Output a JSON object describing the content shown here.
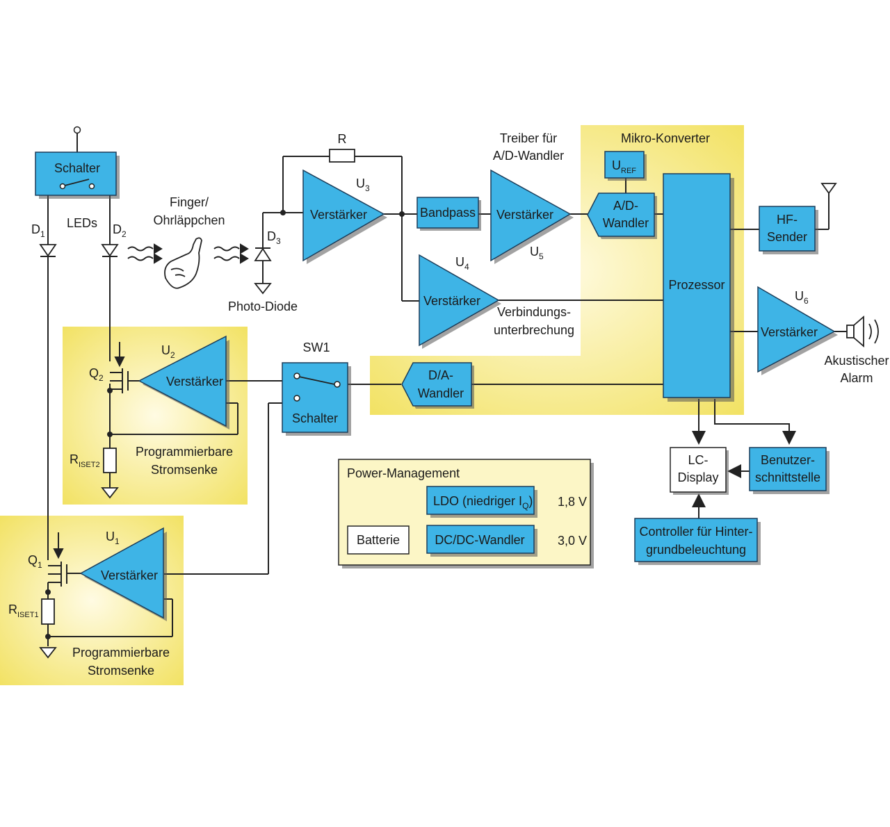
{
  "labels": {
    "schalter_top": "Schalter",
    "leds": "LEDs",
    "d1": "D",
    "d1_sub": "1",
    "d2": "D",
    "d2_sub": "2",
    "finger_l1": "Finger/",
    "finger_l2": "Ohrläppchen",
    "d3": "D",
    "d3_sub": "3",
    "photo_diode": "Photo-Diode",
    "r": "R",
    "u3": "U",
    "u3_sub": "3",
    "amp_u3": "Verstärker",
    "bandpass": "Bandpass",
    "treiber_l1": "Treiber für",
    "treiber_l2": "A/D-Wandler",
    "amp_u5": "Verstärker",
    "u5": "U",
    "u5_sub": "5",
    "mikro": "Mikro-Konverter",
    "uref": "U",
    "uref_sub": "REF",
    "ad_l1": "A/D-",
    "ad_l2": "Wandler",
    "prozessor": "Prozessor",
    "hf_l1": "HF-",
    "hf_l2": "Sender",
    "u4": "U",
    "u4_sub": "4",
    "amp_u4": "Verstärker",
    "verb_l1": "Verbindungs-",
    "verb_l2": "unterbrechung",
    "u6": "U",
    "u6_sub": "6",
    "amp_u6": "Verstärker",
    "alarm_l1": "Akustischer",
    "alarm_l2": "Alarm",
    "u2": "U",
    "u2_sub": "2",
    "amp_u2": "Verstärker",
    "q2": "Q",
    "q2_sub": "2",
    "riset2": "R",
    "riset2_sub": "ISET2",
    "prog2_l1": "Programmierbare",
    "prog2_l2": "Stromsenke",
    "sw1": "SW1",
    "schalter_sw": "Schalter",
    "da_l1": "D/A-",
    "da_l2": "Wandler",
    "lc_l1": "LC-",
    "lc_l2": "Display",
    "ui_l1": "Benutzer-",
    "ui_l2": "schnittstelle",
    "ctrl_l1": "Controller für Hinter-",
    "ctrl_l2": "grundbeleuchtung",
    "power_mgmt": "Power-Management",
    "ldo": "LDO (niedriger I",
    "ldo_sub": "Q",
    "ldo_end": ")",
    "v18": "1,8 V",
    "batterie": "Batterie",
    "dcdc": "DC/DC-Wandler",
    "v30": "3,0 V",
    "u1": "U",
    "u1_sub": "1",
    "amp_u1": "Verstärker",
    "q1": "Q",
    "q1_sub": "1",
    "riset1": "R",
    "riset1_sub": "ISET1",
    "prog1_l1": "Programmierbare",
    "prog1_l2": "Stromsenke"
  },
  "colors": {
    "block_fill": "#3eb4e6",
    "zone_fill": "#f6e985"
  }
}
